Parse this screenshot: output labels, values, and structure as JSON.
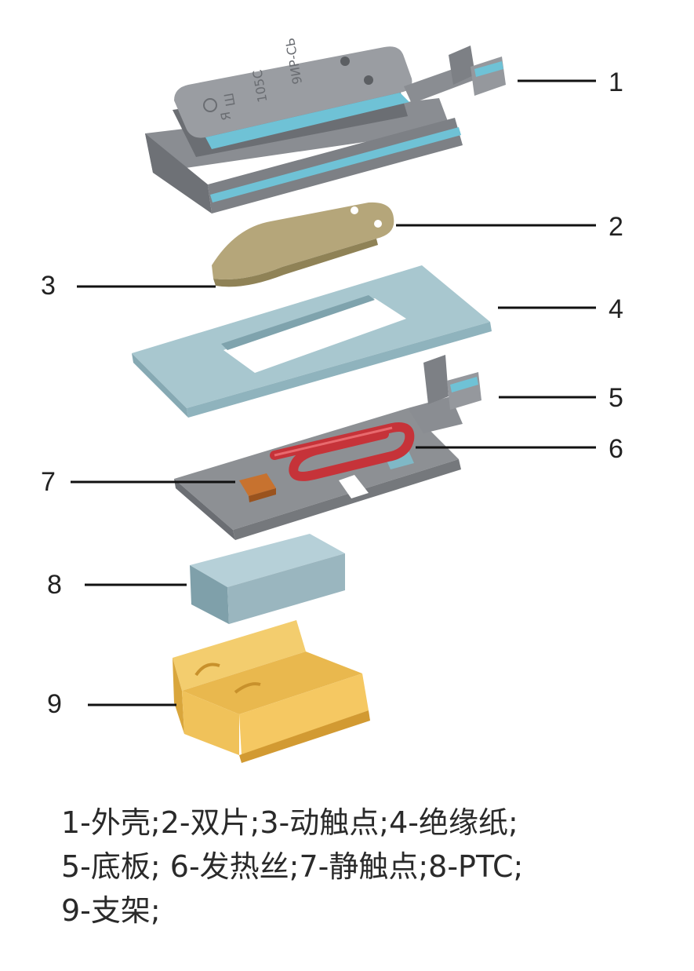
{
  "case_marking": {
    "text_1": "9ИР-СЬ",
    "text_2": "105С",
    "text_3": "Ш",
    "text_4": "Я"
  },
  "callouts": [
    {
      "id": "1",
      "label": "1"
    },
    {
      "id": "2",
      "label": "2"
    },
    {
      "id": "3",
      "label": "3"
    },
    {
      "id": "4",
      "label": "4"
    },
    {
      "id": "5",
      "label": "5"
    },
    {
      "id": "6",
      "label": "6"
    },
    {
      "id": "7",
      "label": "7"
    },
    {
      "id": "8",
      "label": "8"
    },
    {
      "id": "9",
      "label": "9"
    }
  ],
  "legend": {
    "line1": "1-外壳;2-双片;3-动触点;4-绝缘纸;",
    "line2": "5-底板; 6-发热丝;7-静触点;8-PTC;",
    "line3": "9-支架;"
  },
  "colors": {
    "housing": "#8e9196",
    "bimetal": "#b5a67a",
    "insulating_paper": "#a8c7cf",
    "base_plate": "#8d9094",
    "heating_wire": "#c63339",
    "static_contact": "#c7722f",
    "ptc": "#9ab6bf",
    "bracket": "#f0c25a",
    "accent_edge": "#6fc2d6"
  }
}
